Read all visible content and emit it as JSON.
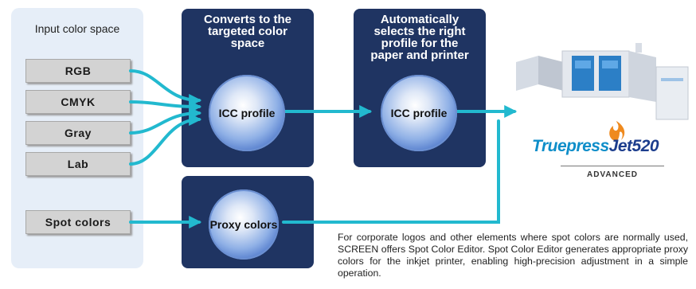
{
  "input_panel": {
    "title": "Input color space",
    "items": [
      "RGB",
      "CMYK",
      "Gray",
      "Lab"
    ],
    "spot": "Spot colors"
  },
  "stage1": {
    "title_lines": [
      "Converts to the",
      "targeted color",
      "space"
    ],
    "sphere_label": "ICC profile"
  },
  "stage2": {
    "title_lines": [
      "Automatically",
      "selects the right",
      "profile for the",
      "paper and printer"
    ],
    "sphere_label": "ICC profile"
  },
  "proxy": {
    "sphere_label": "Proxy colors"
  },
  "logo": {
    "main": "Truepress",
    "jet": "Jet520",
    "sub": "ADVANCED"
  },
  "caption": "For corporate logos and other elements where spot colors are normally used, SCREEN offers Spot Color Editor. Spot Color Editor generates appropriate proxy colors for the inkjet printer, enabling high-precision adjustment in a simple operation.",
  "colors": {
    "arrow": "#22b9cf",
    "navy": "#1f3462",
    "panel": "#e6eef8"
  }
}
